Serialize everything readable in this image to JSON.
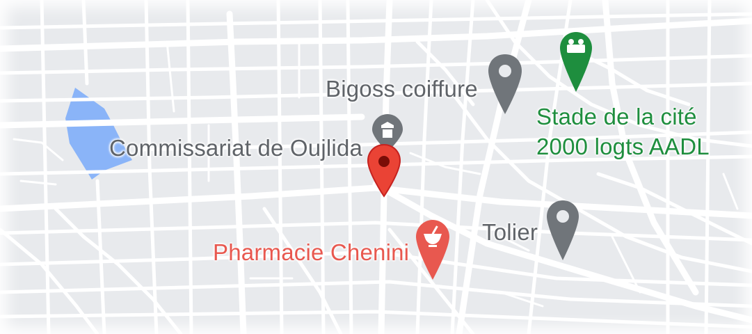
{
  "colors": {
    "background": "#e8eaed",
    "road": "#ffffff",
    "water": "#8ab4f8",
    "poi_gray": "#70757a",
    "poi_gray_label": "#5f6368",
    "park_green": "#1e8e3e",
    "pharmacy_red": "#e8584f",
    "selected_red": "#ea4335"
  },
  "places": {
    "bigoss": {
      "name": "Bigoss coiffure",
      "icon": "location-pin-icon"
    },
    "commissariat": {
      "name": "Commissariat de Oujlida",
      "icon": "police-station-icon"
    },
    "stade": {
      "line1": "Stade de la cité",
      "line2": "2000 logts AADL",
      "icon": "stadium-icon"
    },
    "pharmacie": {
      "name": "Pharmacie Chenini",
      "icon": "pharmacy-mortar-icon"
    },
    "tolier": {
      "name": "Tolier",
      "icon": "location-pin-icon"
    }
  },
  "selected_marker": {
    "icon": "selected-location-marker-icon"
  }
}
